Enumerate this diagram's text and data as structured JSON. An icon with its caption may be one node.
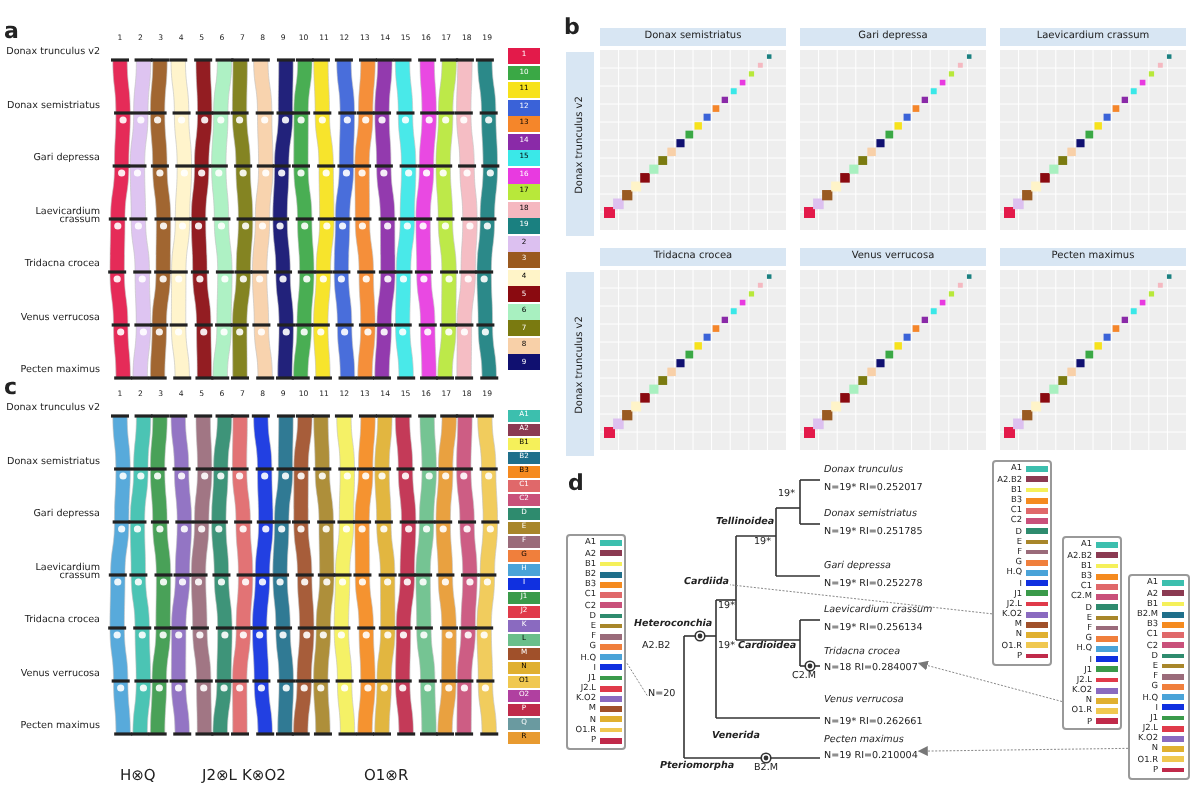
{
  "diagram": {
    "nodes": [
      {
        "text": [],
        "shape": "box"
      },
      {
        "text": [],
        "shape": "box"
      },
      {
        "text": [],
        "shape": "box"
      },
      {
        "text": [],
        "shape": "box"
      },
      {
        "text": [
          "N=20"
        ]
      },
      {
        "text": [
          "Tridacna crocea",
          "N=18 RI=0.284007"
        ]
      },
      {
        "text": [
          "Pecten maximus",
          "N=19 RI=0.210004"
        ]
      },
      {
        "text": [
          "Cardiida"
        ]
      }
    ],
    "edges": [
      {
        "from": 0,
        "to": 4,
        "arrow": "none"
      },
      {
        "from": 1,
        "to": 7,
        "arrow": "none"
      },
      {
        "from": 2,
        "to": 5,
        "arrow": "to"
      },
      {
        "from": 3,
        "to": 6,
        "arrow": "to"
      }
    ],
    "labels": [
      "a",
      "1",
      "2",
      "3",
      "4",
      "5",
      "6",
      "7",
      "8",
      "9",
      "10",
      "11",
      "12",
      "13",
      "14",
      "15",
      "16",
      "17",
      "18",
      "19",
      "Donax trunculus v2",
      "Donax semistriatus",
      "Gari depressa",
      "Laevicardium crassum",
      "Tridacna crocea",
      "Venus verrucosa",
      "Pecten maximus",
      "b",
      "Donax semistriatus",
      "Gari depressa",
      "Laevicardium crassum",
      "Tridacna crocea",
      "Venus verrucosa",
      "Pecten maximus",
      "Donax trunculus v2",
      "Donax trunculus v2",
      "c",
      "1",
      "2",
      "3",
      "4",
      "5",
      "6",
      "7",
      "8",
      "9",
      "10",
      "11",
      "12",
      "13",
      "14",
      "15",
      "16",
      "17",
      "18",
      "19",
      "Donax trunculus v2",
      "Donax semistriatus",
      "Gari depressa",
      "Laevicardium crassum",
      "Tridacna crocea",
      "Venus verrucosa",
      "Pecten maximus",
      "H⊗Q",
      "J2⊗L",
      "K⊗O2",
      "O1⊗R",
      "d",
      "Donax trunculus",
      "N=19* RI=0.252017",
      "Donax semistriatus",
      "N=19* RI=0.251785",
      "19*",
      "Tellinoidea",
      "19*",
      "Gari depressa",
      "N=19* RI=0.252278",
      "19*",
      "Heteroconchia",
      "A2.B2",
      "19*",
      "Cardioidea",
      "Laevicardium crassum",
      "N=19* RI=0.256134",
      "C2.M",
      "Venus verrucosa",
      "N=19* RI=0.262661",
      "Venerida",
      "Pteriomorpha",
      "B2.M"
    ],
    "legend": [
      {
        "text": "1",
        "color": "#e31a4a"
      },
      {
        "text": "10",
        "color": "#3aa845"
      },
      {
        "text": "11",
        "color": "#f7e21b"
      },
      {
        "text": "12",
        "color": "#3a62d8"
      },
      {
        "text": "13",
        "color": "#f5862a"
      },
      {
        "text": "14",
        "color": "#8a2aa8"
      },
      {
        "text": "15",
        "color": "#3ae8e8"
      },
      {
        "text": "16",
        "color": "#e83ae0"
      },
      {
        "text": "17",
        "color": "#b8e83a"
      },
      {
        "text": "18",
        "color": "#f5b8c0"
      },
      {
        "text": "19",
        "color": "#1a8080"
      },
      {
        "text": "2",
        "color": "#dcc0f0"
      },
      {
        "text": "3",
        "color": "#9a5a20"
      },
      {
        "text": "4",
        "color": "#fff4c8"
      },
      {
        "text": "5",
        "color": "#8a0a10"
      },
      {
        "text": "6",
        "color": "#a8f0c0"
      },
      {
        "text": "7",
        "color": "#7a7a10"
      },
      {
        "text": "8",
        "color": "#f8d0a8"
      },
      {
        "text": "9",
        "color": "#101070"
      },
      {
        "text": "A1",
        "color": "#3cbfae"
      },
      {
        "text": "A2",
        "color": "#8b3a52"
      },
      {
        "text": "B1",
        "color": "#f5f05a"
      },
      {
        "text": "B2",
        "color": "#1f6f8b"
      },
      {
        "text": "B3",
        "color": "#f58a1f"
      },
      {
        "text": "C1",
        "color": "#e0686a"
      },
      {
        "text": "C2",
        "color": "#c9507a"
      },
      {
        "text": "D",
        "color": "#2e8b6e"
      },
      {
        "text": "E",
        "color": "#a8862a"
      },
      {
        "text": "F",
        "color": "#9a6b7a"
      },
      {
        "text": "G",
        "color": "#f07f3c"
      },
      {
        "text": "H",
        "color": "#4aa3d8"
      },
      {
        "text": "I",
        "color": "#1030e0"
      },
      {
        "text": "J1",
        "color": "#3a9a4a"
      },
      {
        "text": "J2",
        "color": "#e03a4a"
      },
      {
        "text": "K",
        "color": "#8a6ac0"
      },
      {
        "text": "L",
        "color": "#6abf8a"
      },
      {
        "text": "M",
        "color": "#a0502a"
      },
      {
        "text": "N",
        "color": "#e0b030"
      },
      {
        "text": "O1",
        "color": "#f0c850"
      },
      {
        "text": "O2",
        "color": "#b040a0"
      },
      {
        "text": "P",
        "color": "#c02a4a"
      },
      {
        "text": "Q",
        "color": "#6a9aa0"
      },
      {
        "text": "R",
        "color": "#e89a30"
      },
      {
        "text": "A1",
        "color": "#3cbfae"
      },
      {
        "text": "A2",
        "color": "#8b3a52"
      },
      {
        "text": "B1",
        "color": "#f5f05a"
      },
      {
        "text": "B2",
        "color": "#1f6f8b"
      },
      {
        "text": "B3",
        "color": "#f58a1f"
      },
      {
        "text": "C1",
        "color": "#e0686a"
      },
      {
        "text": "C2",
        "color": "#c9507a"
      },
      {
        "text": "D",
        "color": "#2e8b6e"
      },
      {
        "text": "E",
        "color": "#a8862a"
      },
      {
        "text": "F",
        "color": "#9a6b7a"
      },
      {
        "text": "G",
        "color": "#f07f3c"
      },
      {
        "text": "H.Q",
        "color": "#4aa3d8"
      },
      {
        "text": "I",
        "color": "#1030e0"
      },
      {
        "text": "J1",
        "color": "#3a9a4a"
      },
      {
        "text": "J2.L",
        "color": "#e03a4a"
      },
      {
        "text": "K.O2",
        "color": "#8a6ac0"
      },
      {
        "text": "M",
        "color": "#a0502a"
      },
      {
        "text": "N",
        "color": "#e0b030"
      },
      {
        "text": "O1.R",
        "color": "#f0c850"
      },
      {
        "text": "P",
        "color": "#c02a4a"
      },
      {
        "text": "A1",
        "color": "#3cbfae"
      },
      {
        "text": "A2.B2",
        "color": "#8b3a52"
      },
      {
        "text": "B1",
        "color": "#f5f05a"
      },
      {
        "text": "B3",
        "color": "#f58a1f"
      },
      {
        "text": "C1",
        "color": "#e0686a"
      },
      {
        "text": "C2",
        "color": "#c9507a"
      },
      {
        "text": "D",
        "color": "#2e8b6e"
      },
      {
        "text": "E",
        "color": "#a8862a"
      },
      {
        "text": "F",
        "color": "#9a6b7a"
      },
      {
        "text": "G",
        "color": "#f07f3c"
      },
      {
        "text": "H.Q",
        "color": "#4aa3d8"
      },
      {
        "text": "I",
        "color": "#1030e0"
      },
      {
        "text": "J1",
        "color": "#3a9a4a"
      },
      {
        "text": "J2.L",
        "color": "#e03a4a"
      },
      {
        "text": "K.O2",
        "color": "#8a6ac0"
      },
      {
        "text": "M",
        "color": "#a0502a"
      },
      {
        "text": "N",
        "color": "#e0b030"
      },
      {
        "text": "O1.R",
        "color": "#f0c850"
      },
      {
        "text": "P",
        "color": "#c02a4a"
      },
      {
        "text": "A1",
        "color": "#3cbfae"
      },
      {
        "text": "A2.B2",
        "color": "#8b3a52"
      },
      {
        "text": "B1",
        "color": "#f5f05a"
      },
      {
        "text": "B3",
        "color": "#f58a1f"
      },
      {
        "text": "C1",
        "color": "#e0686a"
      },
      {
        "text": "C2.M",
        "color": "#c9507a"
      },
      {
        "text": "D",
        "color": "#2e8b6e"
      },
      {
        "text": "E",
        "color": "#a8862a"
      },
      {
        "text": "F",
        "color": "#9a6b7a"
      },
      {
        "text": "G",
        "color": "#f07f3c"
      },
      {
        "text": "H.Q",
        "color": "#4aa3d8"
      },
      {
        "text": "I",
        "color": "#1030e0"
      },
      {
        "text": "J1",
        "color": "#3a9a4a"
      },
      {
        "text": "J2.L",
        "color": "#e03a4a"
      },
      {
        "text": "K.O2",
        "color": "#8a6ac0"
      },
      {
        "text": "N",
        "color": "#e0b030"
      },
      {
        "text": "O1.R",
        "color": "#f0c850"
      },
      {
        "text": "P",
        "color": "#c02a4a"
      },
      {
        "text": "A1",
        "color": "#3cbfae"
      },
      {
        "text": "A2",
        "color": "#8b3a52"
      },
      {
        "text": "B1",
        "color": "#f5f05a"
      },
      {
        "text": "B2.M",
        "color": "#1f6f8b"
      },
      {
        "text": "B3",
        "color": "#f58a1f"
      },
      {
        "text": "C1",
        "color": "#e0686a"
      },
      {
        "text": "C2",
        "color": "#c9507a"
      },
      {
        "text": "D",
        "color": "#2e8b6e"
      },
      {
        "text": "E",
        "color": "#a8862a"
      },
      {
        "text": "F",
        "color": "#9a6b7a"
      },
      {
        "text": "G",
        "color": "#f07f3c"
      },
      {
        "text": "H.Q",
        "color": "#4aa3d8"
      },
      {
        "text": "I",
        "color": "#1030e0"
      },
      {
        "text": "J1",
        "color": "#3a9a4a"
      },
      {
        "text": "J2.L",
        "color": "#e03a4a"
      },
      {
        "text": "K.O2",
        "color": "#8a6ac0"
      },
      {
        "text": "N",
        "color": "#e0b030"
      },
      {
        "text": "O1.R",
        "color": "#f0c850"
      },
      {
        "text": "P",
        "color": "#c02a4a"
      }
    ]
  }
}
